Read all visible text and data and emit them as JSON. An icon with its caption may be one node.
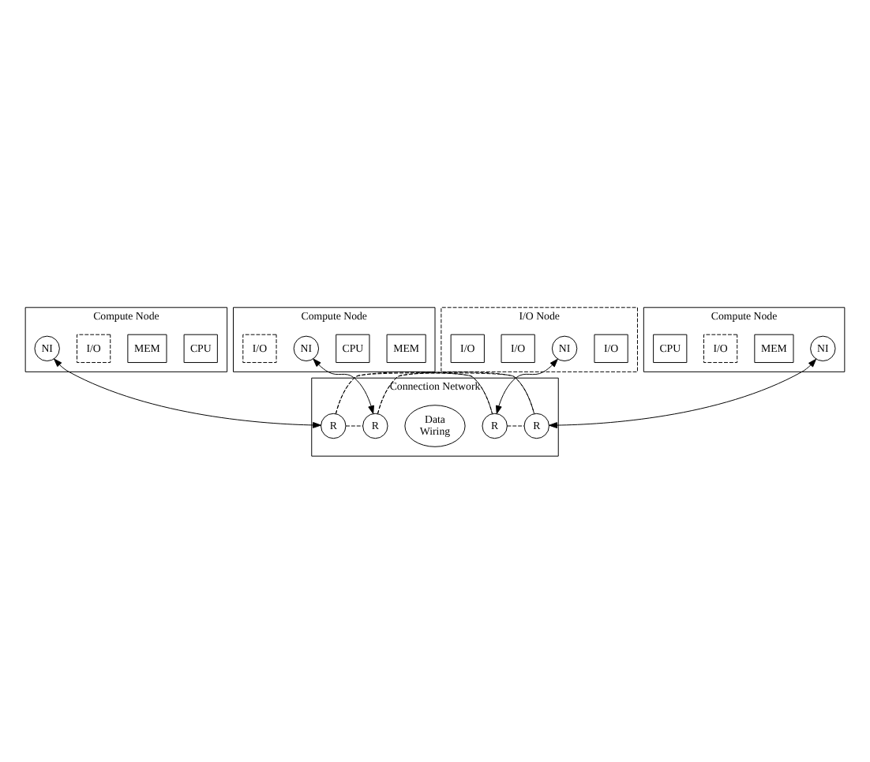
{
  "diagram": {
    "nodes": [
      {
        "text": [
          "Compute Node"
        ]
      },
      {
        "text": [
          "CPU"
        ],
        "in": 0
      },
      {
        "text": [
          "MEM"
        ],
        "in": 0
      },
      {
        "text": [
          "I/O"
        ],
        "in": 0
      },
      {
        "text": [
          "NI"
        ],
        "in": 0
      },
      {
        "text": [
          "Compute Node"
        ]
      },
      {
        "text": [
          "MEM"
        ],
        "in": 5
      },
      {
        "text": [
          "CPU"
        ],
        "in": 5
      },
      {
        "text": [
          "NI"
        ],
        "in": 5
      },
      {
        "text": [
          "I/O"
        ],
        "in": 5
      },
      {
        "text": [
          "Connection Network"
        ]
      },
      {
        "text": [
          "R"
        ],
        "in": 10
      },
      {
        "text": [
          "R"
        ],
        "in": 10
      },
      {
        "text": [
          "Data",
          "Wiring"
        ],
        "in": 10
      },
      {
        "text": [
          "R"
        ],
        "in": 10
      },
      {
        "text": [
          "R"
        ],
        "in": 10
      },
      {
        "text": [
          "I/O Node"
        ]
      },
      {
        "text": [
          "I/O"
        ],
        "in": 16
      },
      {
        "text": [
          "NI"
        ],
        "in": 16
      },
      {
        "text": [
          "I/O"
        ],
        "in": 16
      },
      {
        "text": [
          "I/O"
        ],
        "in": 16
      },
      {
        "text": [
          "Compute Node"
        ]
      },
      {
        "text": [
          "NI"
        ],
        "in": 21
      },
      {
        "text": [
          "MEM"
        ],
        "in": 21
      },
      {
        "text": [
          "I/O"
        ],
        "in": 21
      },
      {
        "text": [
          "CPU"
        ],
        "in": 21
      }
    ],
    "edges": [
      {
        "from": 4,
        "to": 11,
        "arrow": "both"
      },
      {
        "from": 8,
        "to": 12,
        "arrow": "both"
      },
      {
        "from": 18,
        "to": 14,
        "arrow": "both"
      },
      {
        "from": 22,
        "to": 15,
        "arrow": "both"
      },
      {
        "from": 11,
        "to": 12,
        "arrow": "none",
        "style": "dashed"
      },
      {
        "from": 14,
        "to": 15,
        "arrow": "none",
        "style": "dashed"
      },
      {
        "from": 11,
        "to": 14,
        "arrow": "none",
        "style": "dashed"
      },
      {
        "from": 12,
        "to": 15,
        "arrow": "none",
        "style": "dashed"
      },
      {
        "from": 11,
        "to": 15,
        "arrow": "none",
        "style": "dashed"
      },
      {
        "from": 12,
        "to": 14,
        "arrow": "none",
        "style": "dashed"
      }
    ]
  }
}
